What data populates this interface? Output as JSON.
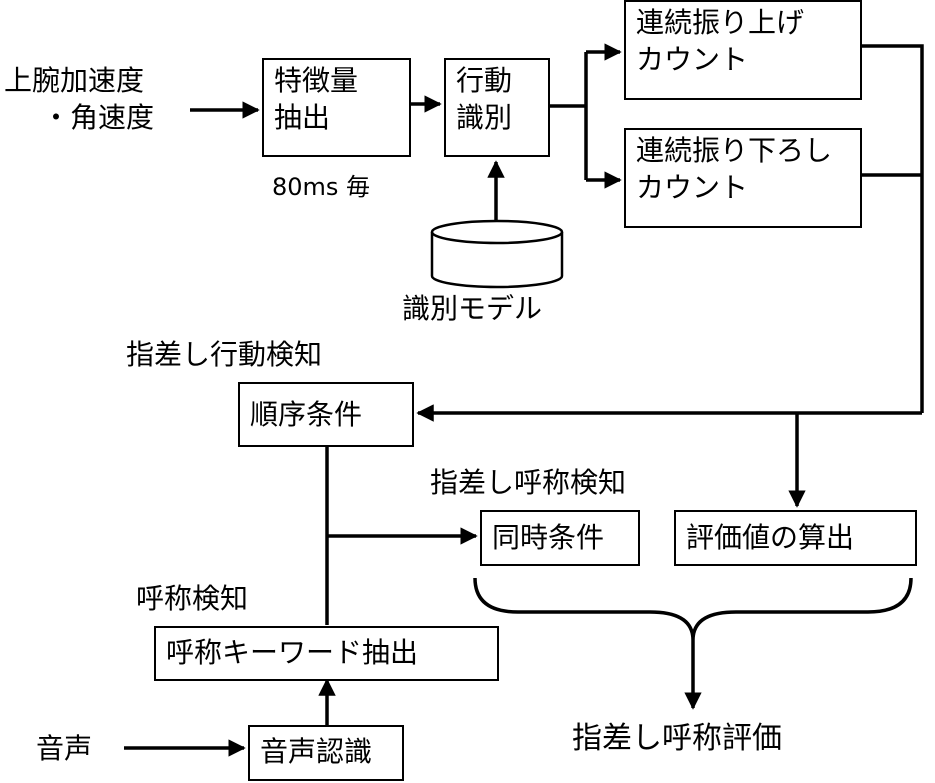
{
  "diagram": {
    "inputs": {
      "sensor_line1": "上腕加速度",
      "sensor_line2": "・角速度",
      "audio": "音声"
    },
    "nodes": {
      "feature_extraction": {
        "line1": "特徴量",
        "line2": "抽出"
      },
      "sampling_note": "80ms 毎",
      "action_recognition": {
        "line1": "行動",
        "line2": "識別"
      },
      "recognition_model": "識別モデル",
      "swing_up_count": {
        "line1": "連続振り上げ",
        "line2": "カウント"
      },
      "swing_down_count": {
        "line1": "連続振り下ろし",
        "line2": "カウント"
      },
      "pointing_action_detection_title": "指差し行動検知",
      "order_condition": "順序条件",
      "pointing_call_detection_title": "指差し呼称検知",
      "simultaneity_condition": "同時条件",
      "score_calculation": "評価値の算出",
      "call_detection_title": "呼称検知",
      "call_keyword_extraction": "呼称キーワード抽出",
      "speech_recognition": "音声認識",
      "output": "指差し呼称評価"
    }
  }
}
